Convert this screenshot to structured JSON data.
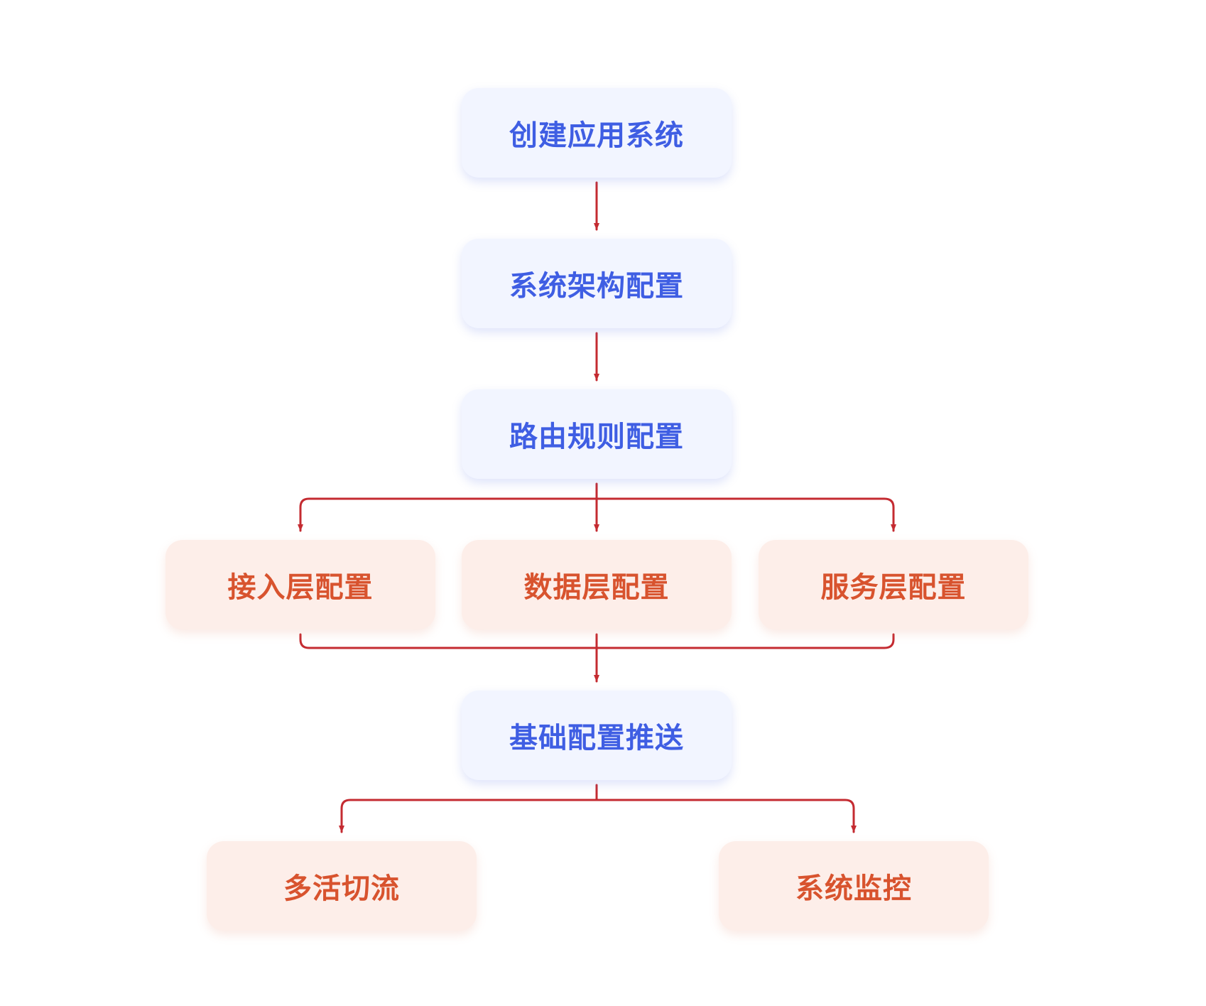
{
  "diagram": {
    "line_color": "#c42b31",
    "blue_text_color": "#3f5ee3",
    "blue_fill_color": "#f2f5ff",
    "orange_text_color": "#d8532e",
    "orange_fill_color": "#fdeee9",
    "nodes": {
      "create_app_system": "创建应用系统",
      "system_architecture_config": "系统架构配置",
      "routing_rule_config": "路由规则配置",
      "access_layer_config": "接入层配置",
      "data_layer_config": "数据层配置",
      "service_layer_config": "服务层配置",
      "basic_config_push": "基础配置推送",
      "multi_active_switch": "多活切流",
      "system_monitoring": "系统监控"
    }
  }
}
